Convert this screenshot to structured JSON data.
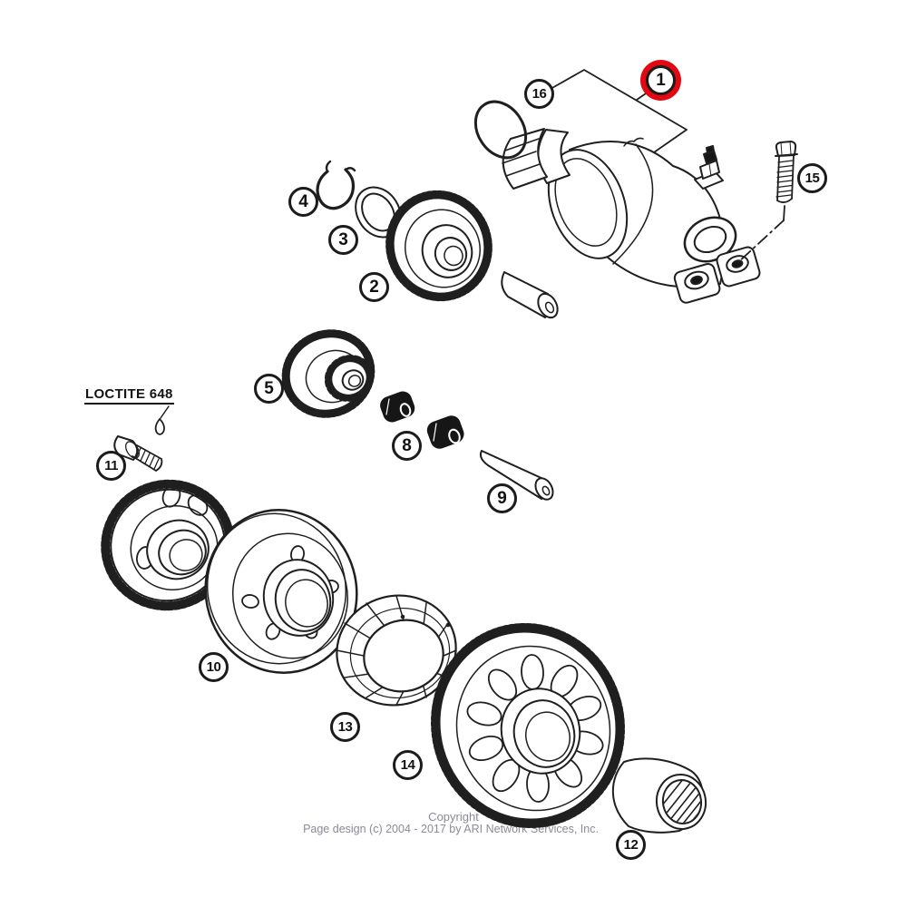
{
  "diagram": {
    "background": "#ffffff",
    "line_color": "#1f1f1f",
    "highlight_color": "#e30613",
    "annotation": "LOCTITE 648"
  },
  "callouts": [
    {
      "number": "1",
      "highlighted": true
    },
    {
      "number": "2",
      "highlighted": false
    },
    {
      "number": "3",
      "highlighted": false
    },
    {
      "number": "4",
      "highlighted": false
    },
    {
      "number": "5",
      "highlighted": false
    },
    {
      "number": "8",
      "highlighted": false
    },
    {
      "number": "9",
      "highlighted": false
    },
    {
      "number": "10",
      "highlighted": false
    },
    {
      "number": "11",
      "highlighted": false
    },
    {
      "number": "12",
      "highlighted": false
    },
    {
      "number": "13",
      "highlighted": false
    },
    {
      "number": "14",
      "highlighted": false
    },
    {
      "number": "15",
      "highlighted": false
    },
    {
      "number": "16",
      "highlighted": false
    }
  ],
  "footer": {
    "line1": "Copyright",
    "line2": "Page design (c) 2004 - 2017 by ARI Network Services, Inc.",
    "color": "#8a8a99"
  }
}
